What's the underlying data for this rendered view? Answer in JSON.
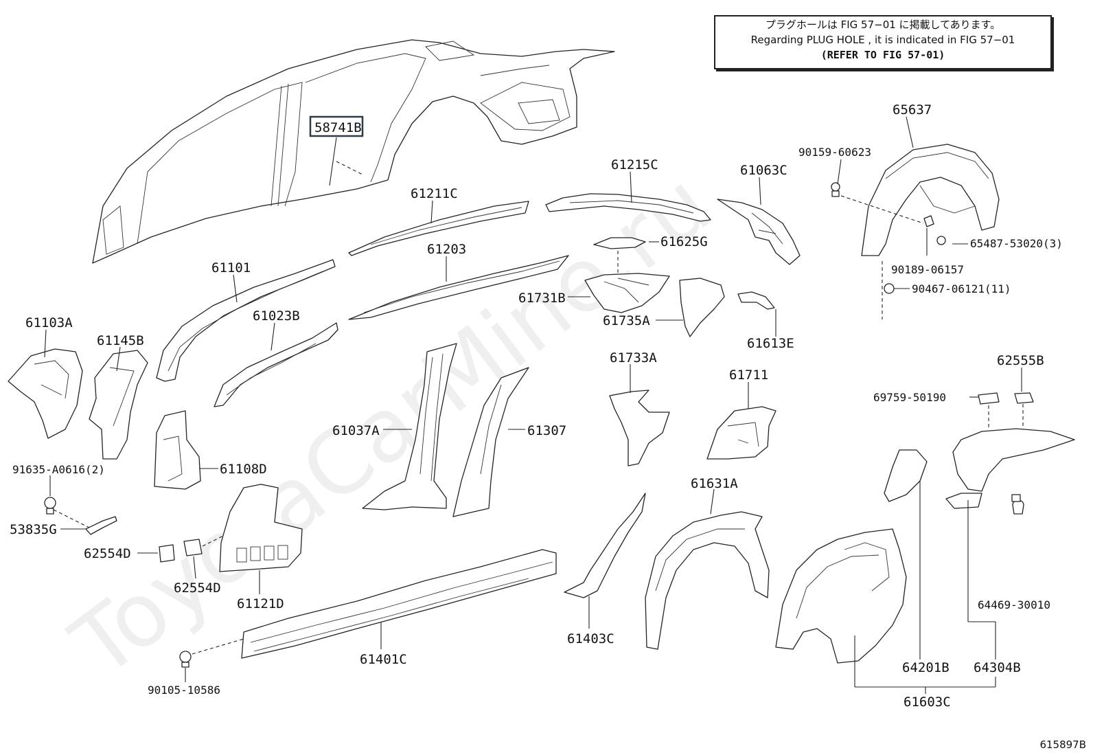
{
  "note": {
    "line1": "プラグホールは FIG  57−01 に掲載してあります。",
    "line2": "Regarding  PLUG  HOLE , it is indicated in FIG  57−01",
    "line3": "(REFER TO FIG 57-01)"
  },
  "watermark": "ToyotaCarMine.ru",
  "figure_id": "615897B",
  "highlighted_part": "58741B",
  "labels": {
    "p58741B": "58741B",
    "p61211C": "61211C",
    "p61215C": "61215C",
    "p61063C": "61063C",
    "p65637": "65637",
    "p90159_60623": "90159-60623",
    "p65487_53020": "65487-53020(3)",
    "p90189_06157": "90189-06157",
    "p90467_06121": "90467-06121(11)",
    "p61625G": "61625G",
    "p61203": "61203",
    "p61101": "61101",
    "p61731B": "61731B",
    "p61735A": "61735A",
    "p61613E": "61613E",
    "p61103A": "61103A",
    "p61145B": "61145B",
    "p61023B": "61023B",
    "p61733A": "61733A",
    "p61711": "61711",
    "p62555B": "62555B",
    "p69759_50190": "69759-50190",
    "p61037A": "61037A",
    "p61307": "61307",
    "p91635_A0616": "91635-A0616(2)",
    "p61108D": "61108D",
    "p61631A": "61631A",
    "p53835G": "53835G",
    "p62554D_a": "62554D",
    "p62554D_b": "62554D",
    "p61121D": "61121D",
    "p61403C": "61403C",
    "p61401C": "61401C",
    "p64469_30010": "64469-30010",
    "p90105_10586": "90105-10586",
    "p64201B": "64201B",
    "p64304B": "64304B",
    "p61603C": "61603C"
  }
}
